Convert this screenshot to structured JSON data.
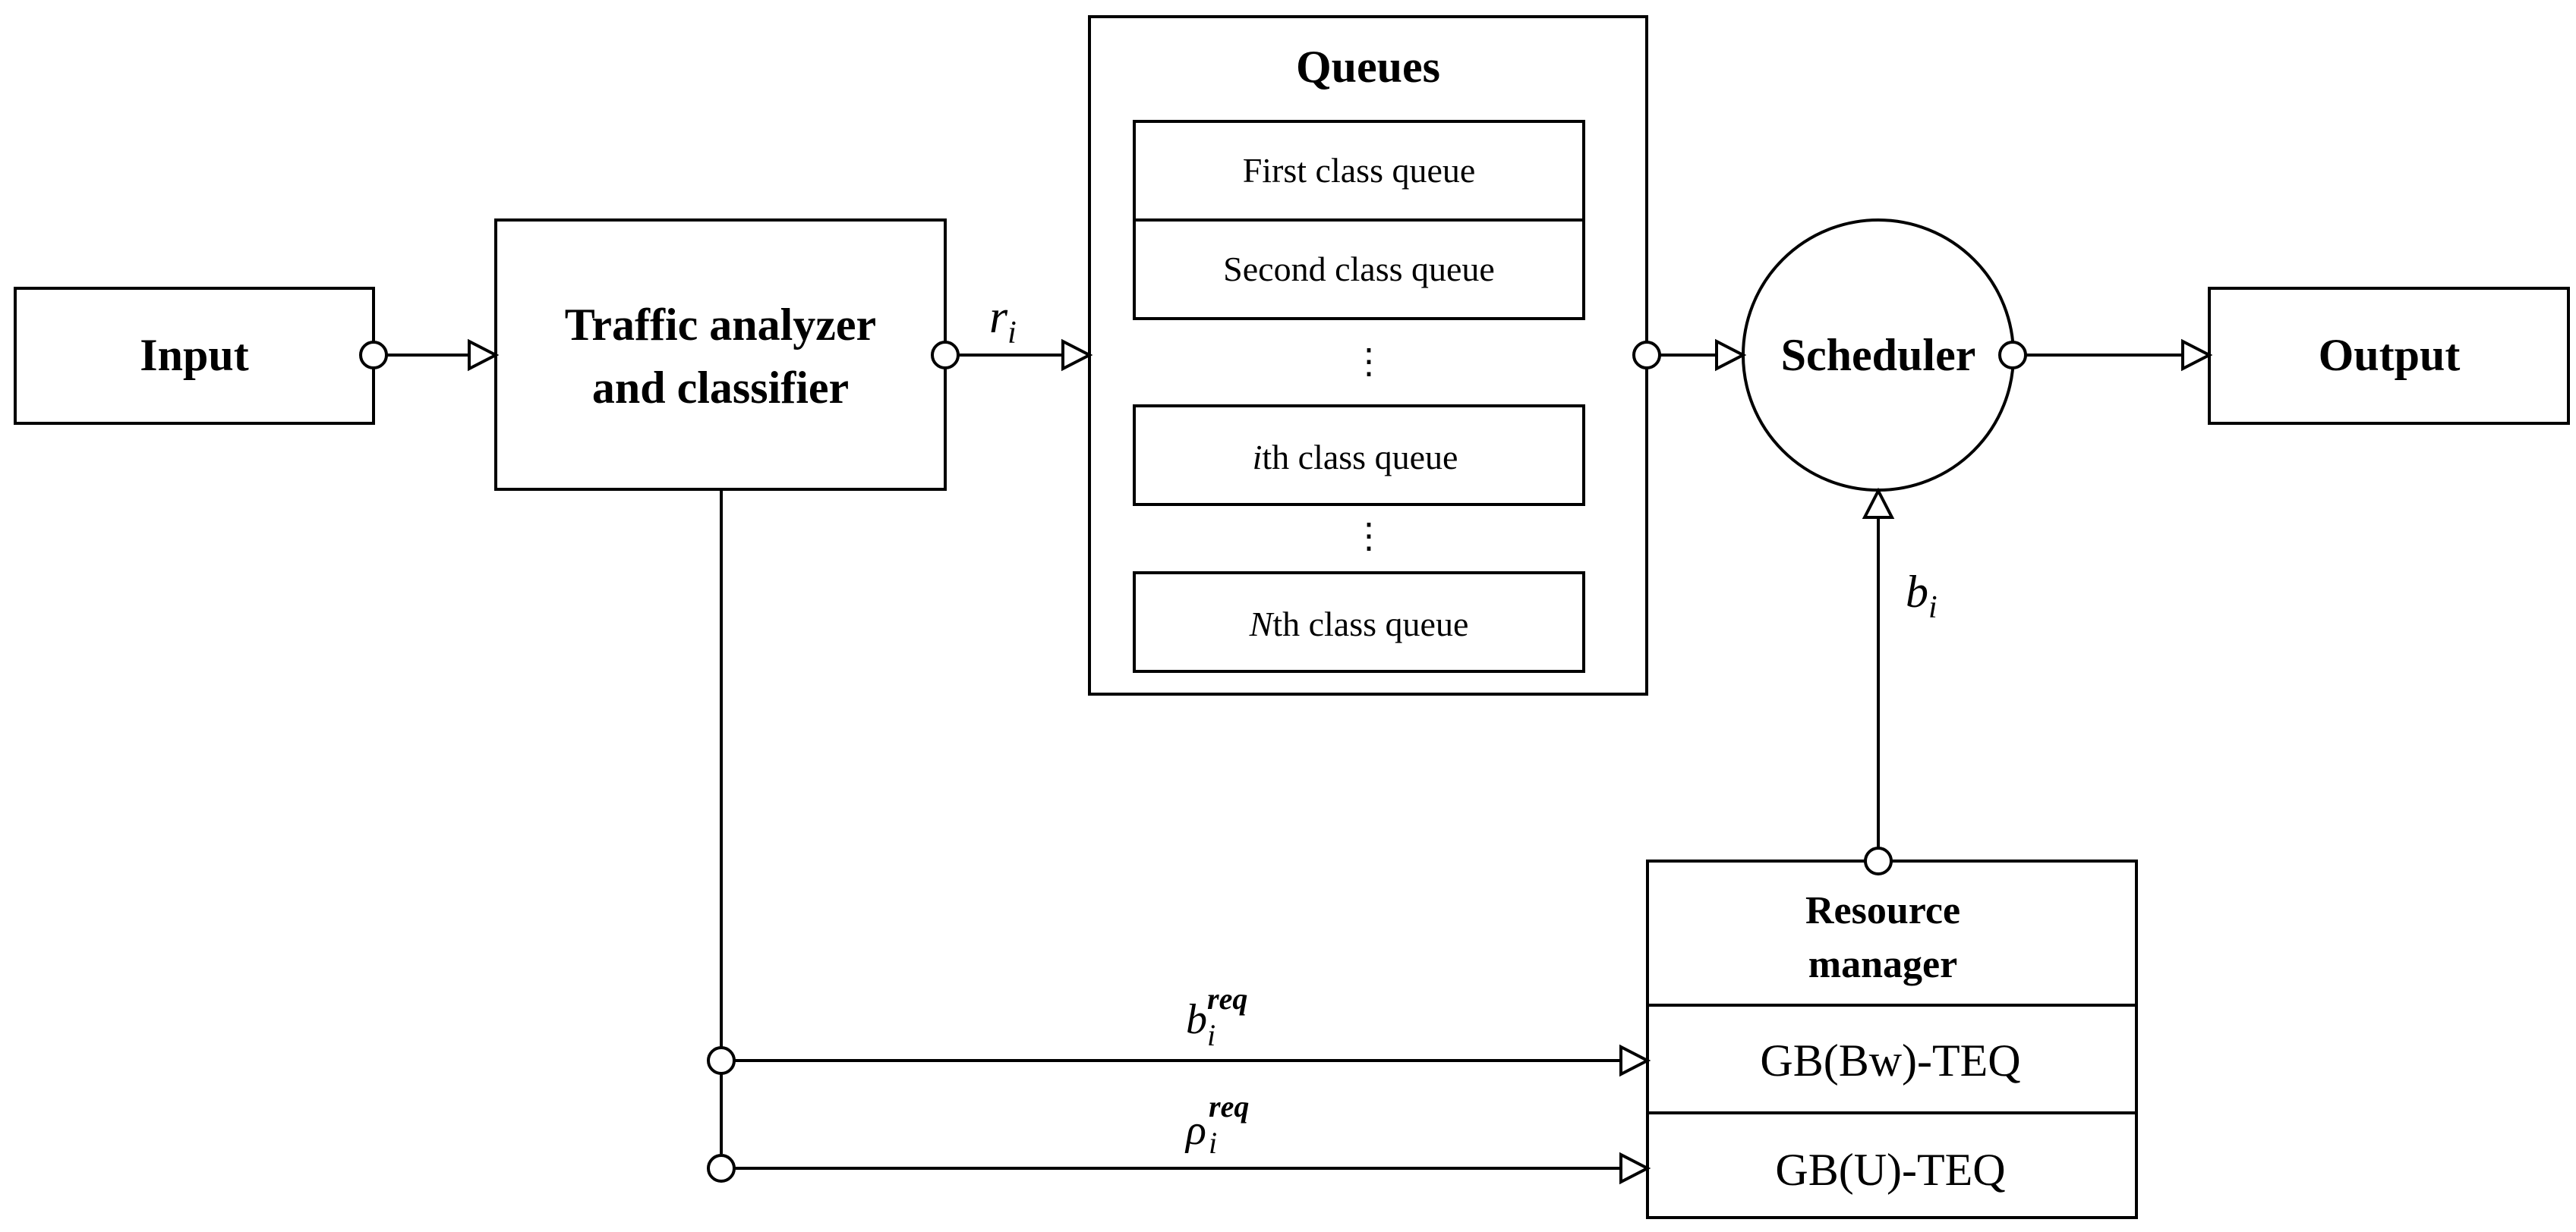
{
  "nodes": {
    "input": "Input",
    "traffic_analyzer": [
      "Traffic analyzer",
      "and classifier"
    ],
    "queues_title": "Queues",
    "queues": {
      "first": "First class queue",
      "second": "Second class queue",
      "ith_var": "i",
      "ith_rest": "th class queue",
      "nth_var": "N",
      "nth_rest": "th class queue"
    },
    "scheduler": "Scheduler",
    "output": "Output",
    "resource_manager": [
      "Resource",
      "manager"
    ],
    "gb_bw": "GB(Bw)-TEQ",
    "gb_u": "GB(U)-TEQ"
  },
  "signals": {
    "r_base": "r",
    "r_sub": "i",
    "b_base": "b",
    "b_sub": "i",
    "breq_base": "b",
    "breq_sub": "i",
    "breq_sup": "req",
    "rhoreq_base": "ρ",
    "rhoreq_sub": "i",
    "rhoreq_sup": "req"
  },
  "ellipsis": "⋮",
  "colors": {
    "stroke": "#000000",
    "fill": "#ffffff"
  }
}
